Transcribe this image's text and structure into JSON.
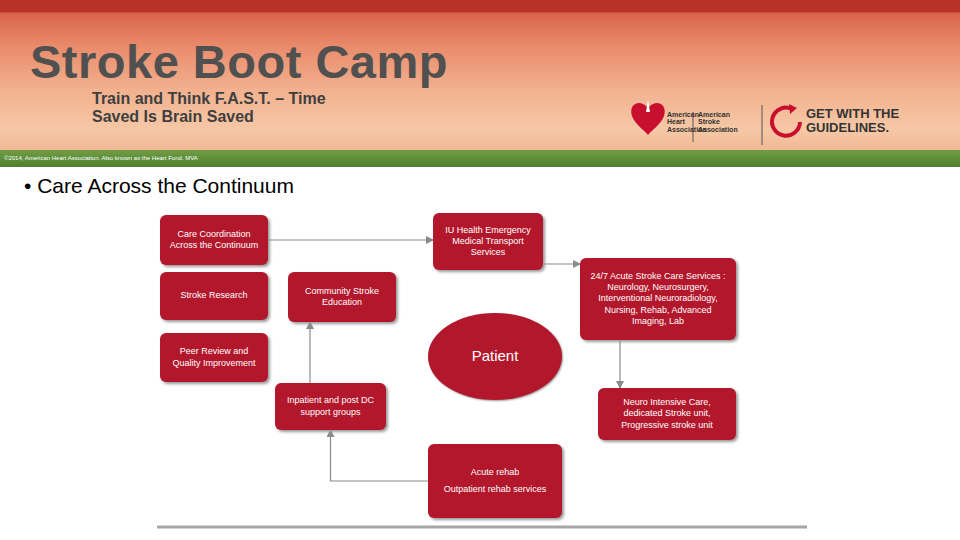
{
  "diagram": {
    "title": "Stroke Boot Camp",
    "nodes": [
      {
        "text": [
          "Care Coordination Across the Continuum"
        ]
      },
      {
        "text": [
          "Stroke Research"
        ]
      },
      {
        "text": [
          "Peer Review and Quality Improvement"
        ]
      },
      {
        "text": [
          "Community Stroke Education"
        ]
      },
      {
        "text": [
          "IU Health Emergency Medical Transport Services"
        ]
      },
      {
        "text": [
          "24/7 Acute Stroke Care Services : Neurology, Neurosurgery, Interventional Neuroradiology, Nursing, Rehab, Advanced Imaging, Lab"
        ]
      },
      {
        "text": [
          "Patient"
        ]
      },
      {
        "text": [
          "Neuro Intensive Care, dedicated Stroke unit, Progressive stroke unit"
        ]
      },
      {
        "text": [
          "Inpatient and post DC support groups"
        ]
      },
      {
        "text": [
          "Acute rehab",
          "Outpatient rehab services"
        ]
      }
    ],
    "edges": [
      {
        "from": 0,
        "to": 4,
        "arrow": "to"
      },
      {
        "from": 4,
        "to": 5,
        "arrow": "to"
      },
      {
        "from": 5,
        "to": 7,
        "arrow": "to"
      },
      {
        "from": 9,
        "to": 8,
        "arrow": "to"
      },
      {
        "from": 8,
        "to": 3,
        "arrow": "to"
      }
    ],
    "labels": [
      "Train and Think F.A.S.T. – Time Saved Is Brain Saved",
      "American Heart Association",
      "American Stroke Association",
      "GET WITH THE GUIDELINES.",
      "©2014, American Heart Association. Also known as the Heart Fund. MVA",
      "• Care Across the Continuum"
    ]
  }
}
